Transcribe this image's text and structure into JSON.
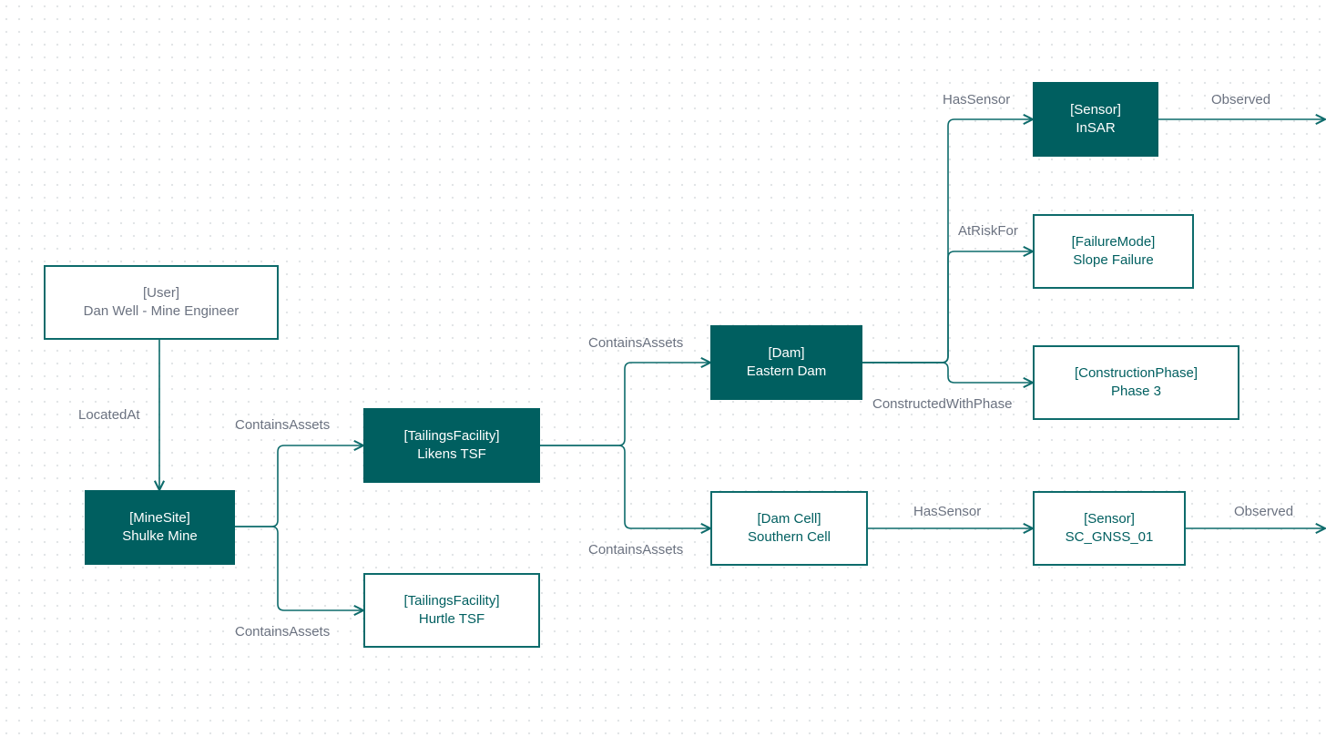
{
  "nodes": {
    "user": {
      "type": "[User]",
      "name": "Dan Well - Mine Engineer"
    },
    "minesite": {
      "type": "[MineSite]",
      "name": "Shulke Mine"
    },
    "likens": {
      "type": "[TailingsFacility]",
      "name": "Likens TSF"
    },
    "hurtle": {
      "type": "[TailingsFacility]",
      "name": "Hurtle TSF"
    },
    "dam": {
      "type": "[Dam]",
      "name": "Eastern Dam"
    },
    "damcell": {
      "type": "[Dam Cell]",
      "name": "Southern Cell"
    },
    "insar": {
      "type": "[Sensor]",
      "name": "InSAR"
    },
    "failure": {
      "type": "[FailureMode]",
      "name": "Slope Failure"
    },
    "phase": {
      "type": "[ConstructionPhase]",
      "name": "Phase 3"
    },
    "gnss": {
      "type": "[Sensor]",
      "name": "SC_GNSS_01"
    }
  },
  "edges": {
    "located_at": "LocatedAt",
    "contains_likens": "ContainsAssets",
    "contains_hurtle": "ContainsAssets",
    "contains_dam": "ContainsAssets",
    "contains_damcell": "ContainsAssets",
    "has_sensor_insar": "HasSensor",
    "at_risk_for": "AtRiskFor",
    "constructed_with_phase": "ConstructedWithPhase",
    "has_sensor_gnss": "HasSensor",
    "observed_insar": "Observed",
    "observed_gnss": "Observed"
  },
  "colors": {
    "primary": "#005f60",
    "edge": "#0d6b6b",
    "label": "#6b7280"
  }
}
